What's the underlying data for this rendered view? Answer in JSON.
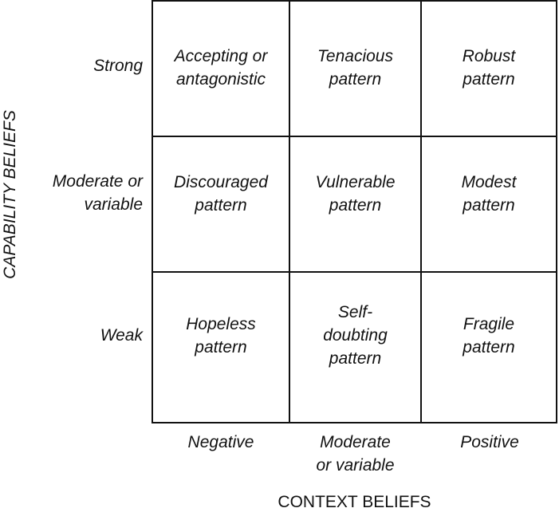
{
  "axis": {
    "y_title": "CAPABILITY BELIEFS",
    "x_title": "CONTEXT BELIEFS"
  },
  "rows": [
    "Strong",
    "Moderate or\nvariable",
    "Weak"
  ],
  "columns": [
    "Negative",
    "Moderate\nor variable",
    "Positive"
  ],
  "cells": [
    [
      "Accepting or\nantagonistic",
      "Tenacious\npattern",
      "Robust\npattern"
    ],
    [
      "Discouraged\npattern",
      "Vulnerable\npattern",
      "Modest\npattern"
    ],
    [
      "Hopeless\npattern",
      "Self-\ndoubting\npattern",
      "Fragile\npattern"
    ]
  ]
}
